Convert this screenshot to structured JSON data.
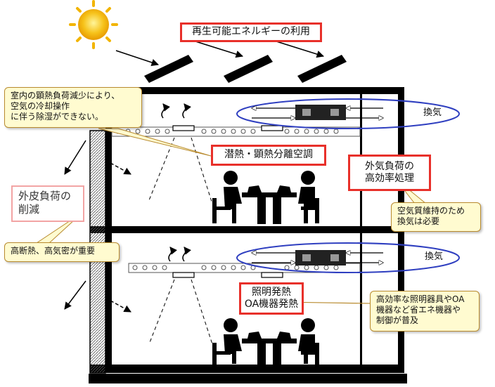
{
  "labels": {
    "renewable": "再生可能エネルギーの利用",
    "latent_sensible": "潜熱・顕熱分離空調",
    "outdoor_load_line1": "外気負荷の",
    "outdoor_load_line2": "高効率処理",
    "envelope_line1": "外皮負荷の",
    "envelope_line2": "削減",
    "lighting_line1": "照明発熱",
    "lighting_line2": "OA機器発熱",
    "ventilation_upper": "換気",
    "ventilation_lower": "換気"
  },
  "callouts": {
    "dehumid_line1": "室内の顕熱負荷減少により、",
    "dehumid_line2": "空気の冷却操作",
    "dehumid_line3": "に伴う除湿ができない。",
    "airquality_line1": "空気質維持のため",
    "airquality_line2": "換気は必要",
    "insulation": "高断熱、高気密が重要",
    "efficient_line1": "高効率な照明器具やOA",
    "efficient_line2": "機器など省エネ機器や",
    "efficient_line3": "制御が普及"
  },
  "colors": {
    "red_border": "#e8302a",
    "callout_fill": "#fffbd0",
    "ellipse": "#2f3fc0",
    "sun": "#f6c21a"
  },
  "icons": [
    "sun-icon",
    "solar-panel-icon",
    "heat-wave-icon",
    "fan-unit-icon",
    "person-at-desk-icon"
  ]
}
